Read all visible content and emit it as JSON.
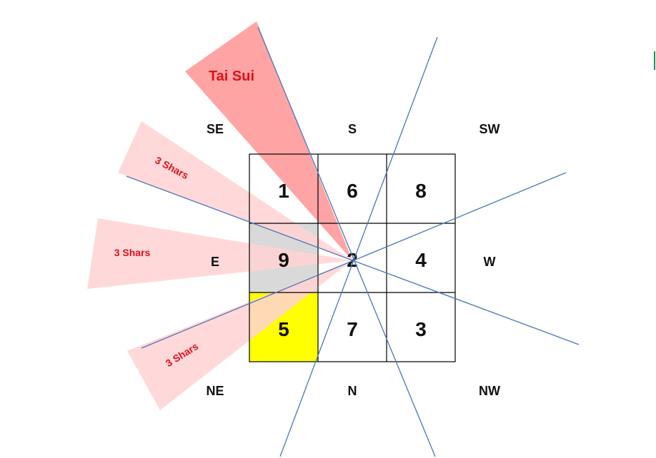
{
  "colors": {
    "tai_sui_fill": "#ff9a9a",
    "three_shars_fill": "#ffd2d2",
    "grey_cell": "#d9d9d9",
    "yellow_cell": "#ffff00",
    "line_blue": "#4a76b8",
    "label_red": "#e0101a"
  },
  "grid": {
    "cells": [
      "1",
      "6",
      "8",
      "9",
      "2",
      "4",
      "5",
      "7",
      "3"
    ],
    "highlighted_yellow": "5",
    "highlighted_grey": "9"
  },
  "directions": {
    "se": "SE",
    "s": "S",
    "sw": "SW",
    "e": "E",
    "w": "W",
    "ne": "NE",
    "n": "N",
    "nw": "NW"
  },
  "wedges": {
    "tai_sui": "Tai Sui",
    "shars_upper": "3 Shars",
    "shars_middle": "3 Shars",
    "shars_lower": "3 Shars"
  }
}
